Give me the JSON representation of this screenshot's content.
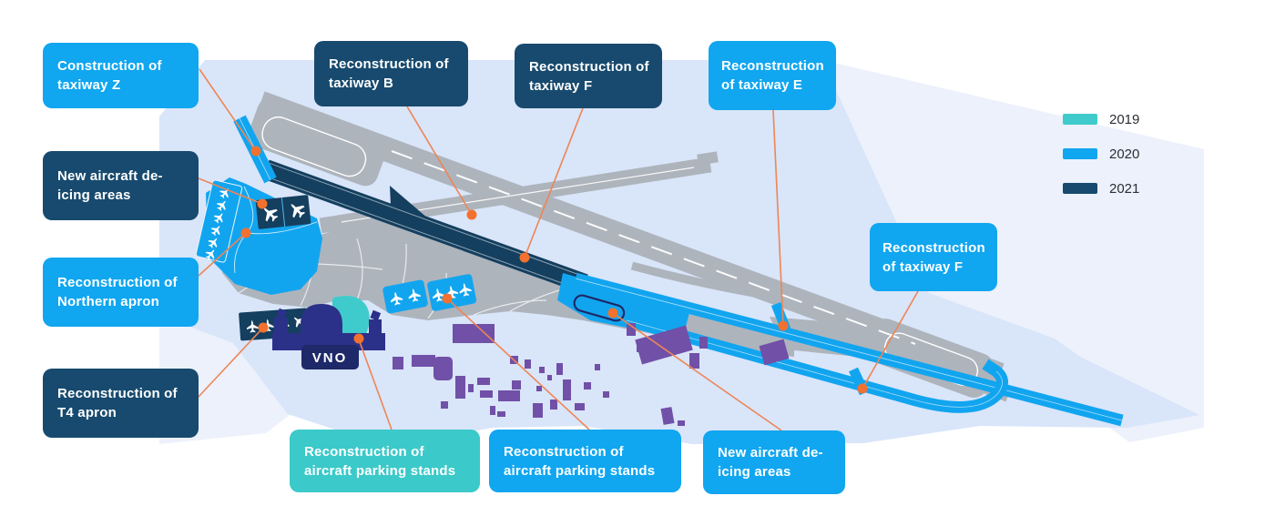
{
  "map": {
    "airport_code": "VNO",
    "kind": "airport-construction-plan"
  },
  "legend": {
    "items": [
      {
        "year": "2019",
        "color": "#3FCBCB"
      },
      {
        "year": "2020",
        "color": "#10A6F0"
      },
      {
        "year": "2021",
        "color": "#174A6E"
      }
    ]
  },
  "labels": {
    "taxiway_z": {
      "text": "Construction of taxiway Z",
      "year": "2020"
    },
    "taxiway_b": {
      "text": "Reconstruction of taxiway B",
      "year": "2021"
    },
    "taxiway_f_top": {
      "text": "Reconstruction of taxiway F",
      "year": "2021"
    },
    "taxiway_e": {
      "text": "Reconstruction of taxiway E",
      "year": "2020"
    },
    "deicing_north": {
      "text": "New aircraft de-icing areas",
      "year": "2021"
    },
    "northern_apron": {
      "text": "Reconstruction of Northern apron",
      "year": "2020"
    },
    "t4_apron": {
      "text": "Reconstruction of T4 apron",
      "year": "2021"
    },
    "taxiway_f_right": {
      "text": "Reconstruction of taxiway F",
      "year": "2020"
    },
    "parking_stands_2019": {
      "text": "Reconstruction of aircraft parking stands",
      "year": "2019"
    },
    "parking_stands_2020": {
      "text": "Reconstruction of aircraft parking stands",
      "year": "2020"
    },
    "deicing_south": {
      "text": "New aircraft de-icing areas",
      "year": "2020"
    }
  },
  "icons": {
    "airplane": "airplane silhouette (white)",
    "connector_dot": "orange circle marker"
  },
  "colors": {
    "accent_line": "#EE8555",
    "accent_dot": "#F2712F",
    "year_2019": "#3FCBCB",
    "year_2020": "#10A6F0",
    "year_2021_label": "#174A6E",
    "taxiway_2021": "#143F5F",
    "runway_gray": "#AEB4BC",
    "buildings_purple": "#7150A7",
    "terminal_blue": "#2B3189",
    "vno_plate": "#1D2968",
    "map_background": "#D9E5F9",
    "map_background_light": "#ECF1FB"
  }
}
